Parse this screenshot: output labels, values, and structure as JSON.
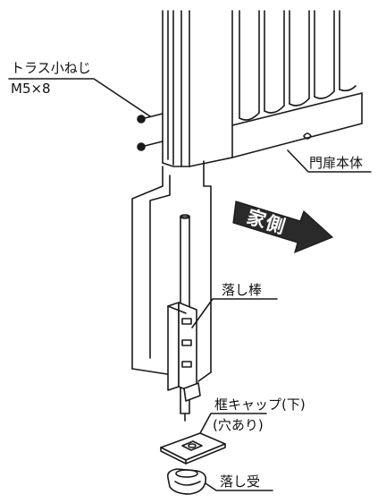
{
  "labels": {
    "truss_screw_line1": "トラス小ねじ",
    "truss_screw_line2": "M5×8",
    "gate_body": "門扉本体",
    "house_side": "家側",
    "drop_rod": "落し棒",
    "frame_cap_line1": "框キャップ(下)",
    "frame_cap_line2": "(穴あり)",
    "drop_receiver": "落し受"
  },
  "colors": {
    "line": "#1a1a1a",
    "arrow_fill": "#2a2a2a",
    "arrow_text": "#ffffff",
    "background": "#ffffff"
  },
  "icons": {
    "screw": "truss-screw-icon",
    "arrow": "house-side-arrow-icon",
    "rod": "drop-rod-icon",
    "cap": "frame-cap-icon",
    "receiver": "drop-receiver-icon"
  }
}
